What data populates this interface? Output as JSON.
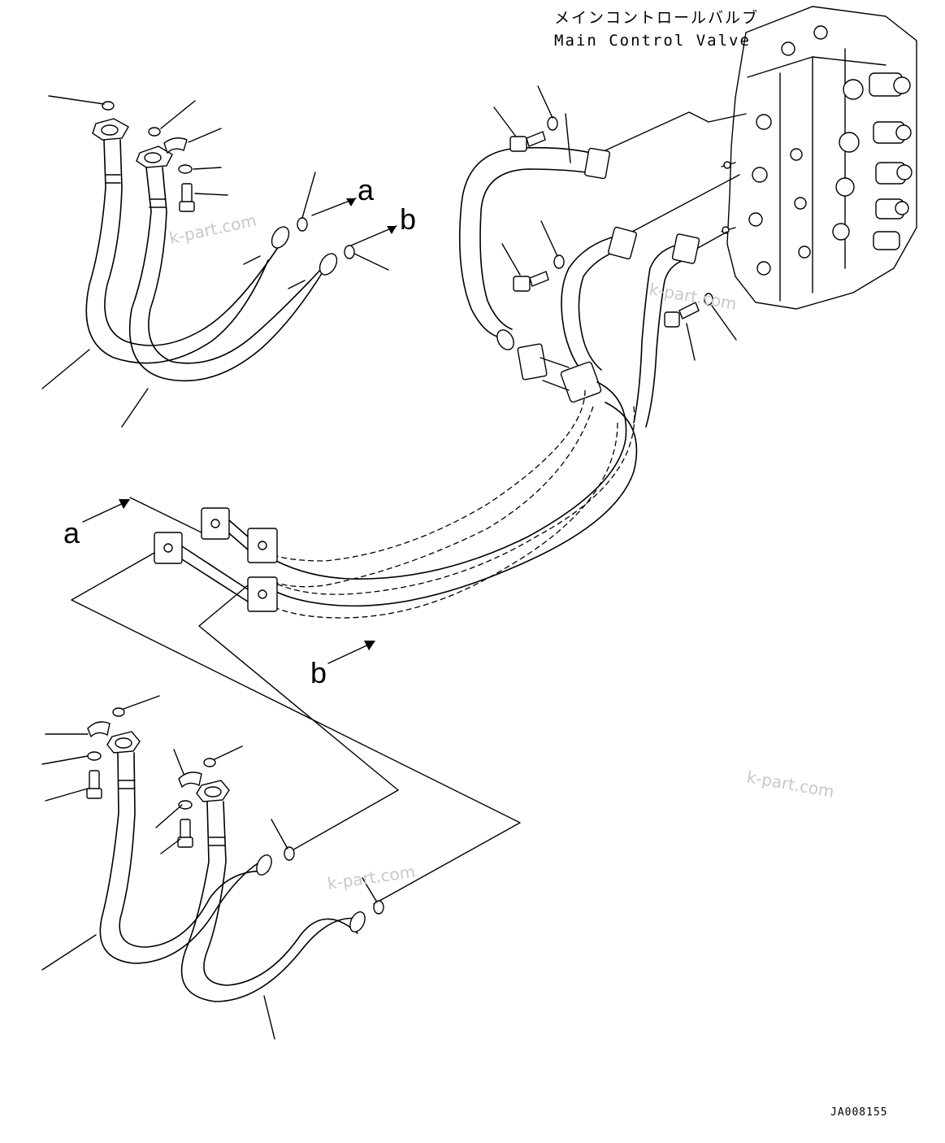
{
  "labels": {
    "valve_name_jp": "メインコントロールバルブ",
    "valve_name_en": "Main Control Valve",
    "ref_a_upper": "a",
    "ref_b_upper": "b",
    "ref_a_lower": "a",
    "ref_b_lower": "b",
    "drawing_code": "JA008155"
  },
  "watermarks": [
    "k-part.com",
    "k-part.com",
    "k-part.com",
    "k-part.com"
  ]
}
